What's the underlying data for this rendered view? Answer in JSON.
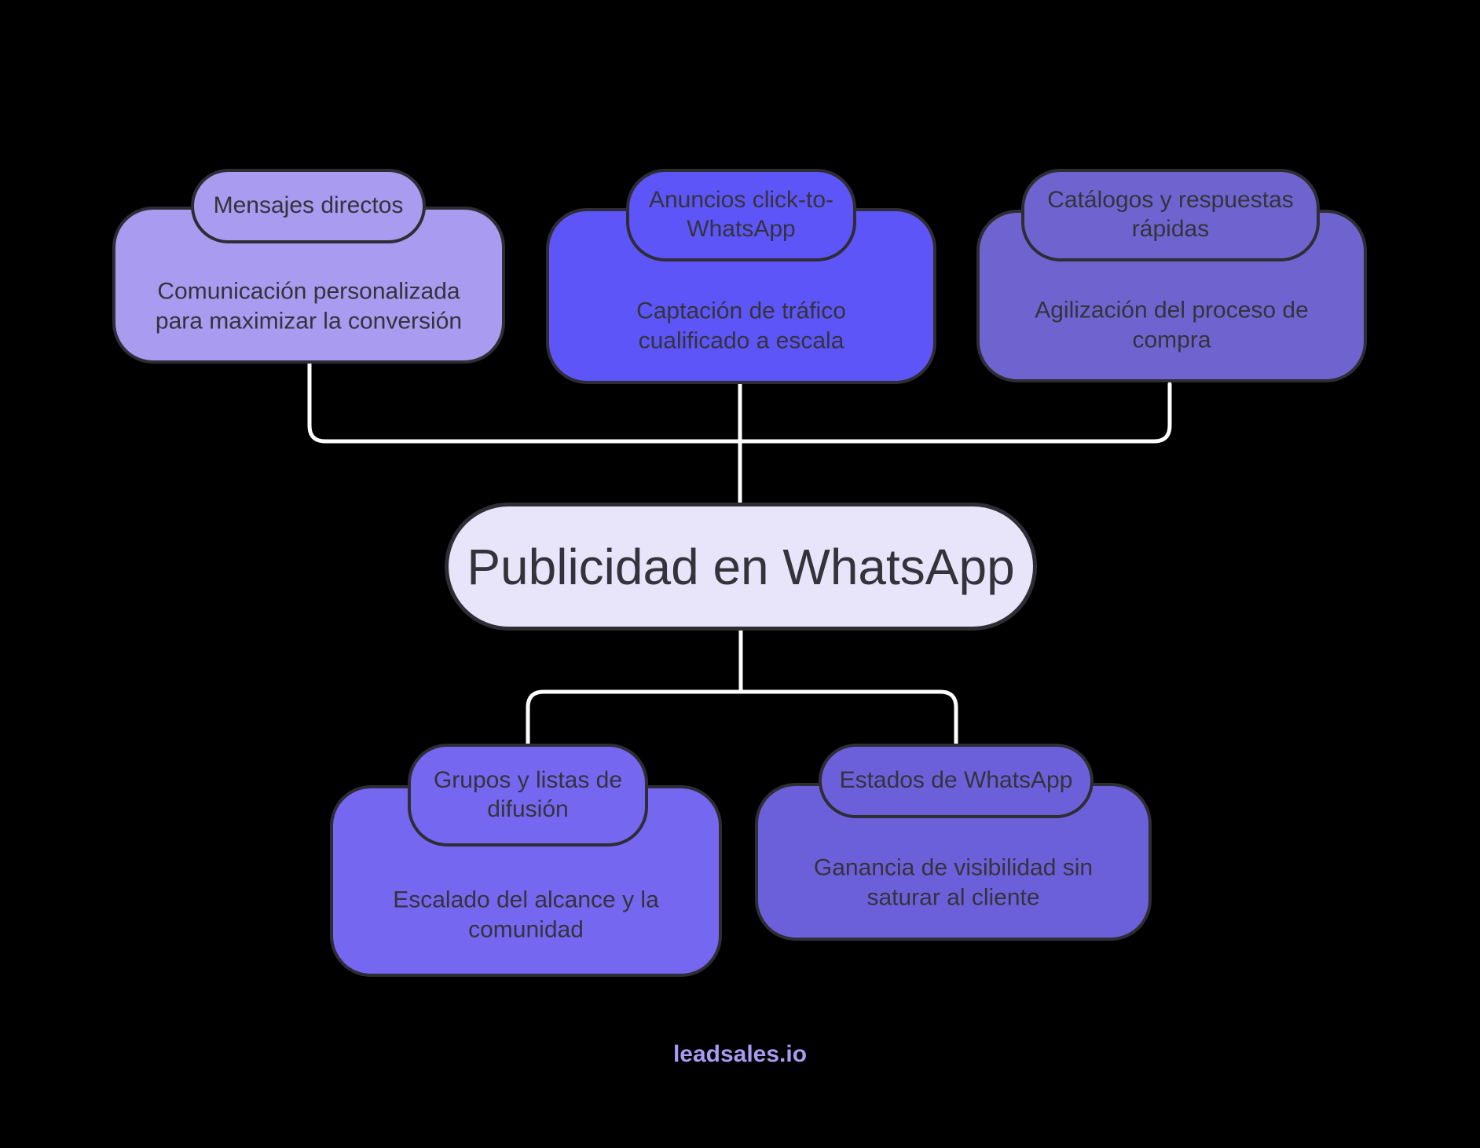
{
  "diagram": {
    "central": {
      "label": "Publicidad en WhatsApp"
    },
    "branches": [
      {
        "id": "mensajes-directos",
        "label": "Mensajes directos",
        "description": "Comunicación personalizada para maximizar la conversión",
        "fill": "#a89bf0"
      },
      {
        "id": "anuncios-click-to-whatsapp",
        "label": "Anuncios click-to-WhatsApp",
        "description": "Captación de tráfico cualificado a escala",
        "fill": "#5d55f8"
      },
      {
        "id": "catalogos-y-respuestas-rapidas",
        "label": "Catálogos y respuestas rápidas",
        "description": "Agilización del proceso de compra",
        "fill": "#6f64cf"
      },
      {
        "id": "grupos-y-listas-de-difusion",
        "label": "Grupos y listas de difusión",
        "description": "Escalado del alcance y la comunidad",
        "fill": "#7567f0"
      },
      {
        "id": "estados-de-whatsapp",
        "label": "Estados de WhatsApp",
        "description": "Ganancia de visibilidad sin saturar al cliente",
        "fill": "#6b60da"
      }
    ],
    "colors": {
      "background": "#000000",
      "central_fill": "#e8e5fa",
      "node_border": "#2e2d34",
      "text": "#34333c",
      "connector": "#ffffff",
      "footer_text": "#a89bf3"
    },
    "footer": {
      "brand": "leadsales.io"
    }
  }
}
